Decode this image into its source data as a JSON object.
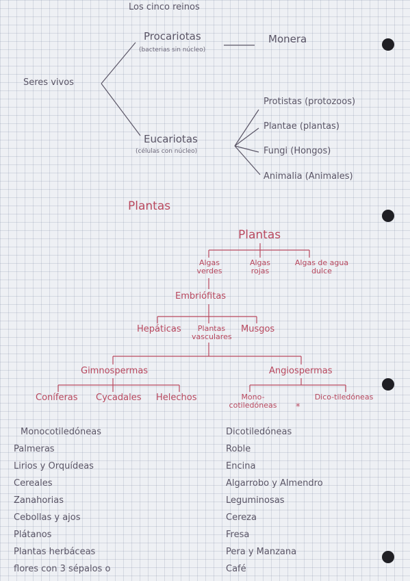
{
  "title": "Los cinco reinos",
  "tree1": {
    "root": "Seres vivos",
    "procariotas": "Procariotas",
    "procariotas_note": "(bacterias sin núcleo)",
    "monera": "Monera",
    "eucariotas": "Eucariotas",
    "eucariotas_note": "(células con núcleo)",
    "kingdoms": [
      "Protistas (protozoos)",
      "Plantae (plantas)",
      "Fungi (Hongos)",
      "Animalia (Animales)"
    ]
  },
  "plantas_heading": "Plantas",
  "tree2": {
    "root": "Plantas",
    "algas": [
      "Algas verdes",
      "Algas rojas",
      "Algas de agua dulce"
    ],
    "embriofitas": "Embriófitas",
    "level3": [
      "Hepáticas",
      "Plantas vasculares",
      "Musgos"
    ],
    "gimnospermas": "Gimnospermas",
    "angiospermas": "Angiospermas",
    "gimno_children": [
      "Coníferas",
      "Cycadales",
      "Helechos"
    ],
    "angio_children": [
      "Mono-cotiledóneas",
      "Dico-tiledóneas"
    ],
    "star": "*"
  },
  "lists": {
    "mono_header": "Monocotiledóneas",
    "mono_items": [
      "Palmeras",
      "Lirios y Orquídeas",
      "Cereales",
      "Zanahorias",
      "Cebollas y ajos",
      "Plátanos",
      "Plantas herbáceas",
      "flores con 3 sépalos o"
    ],
    "dico_header": "Dicotiledóneas",
    "dico_items": [
      "Roble",
      "Encina",
      "Algarrobo y Almendro",
      "Leguminosas",
      "Cereza",
      "Fresa",
      "Pera y Manzana",
      "Café"
    ]
  },
  "colors": {
    "ink": "#5a5566",
    "accent": "#b8485e",
    "dot": "#1f1f24"
  }
}
